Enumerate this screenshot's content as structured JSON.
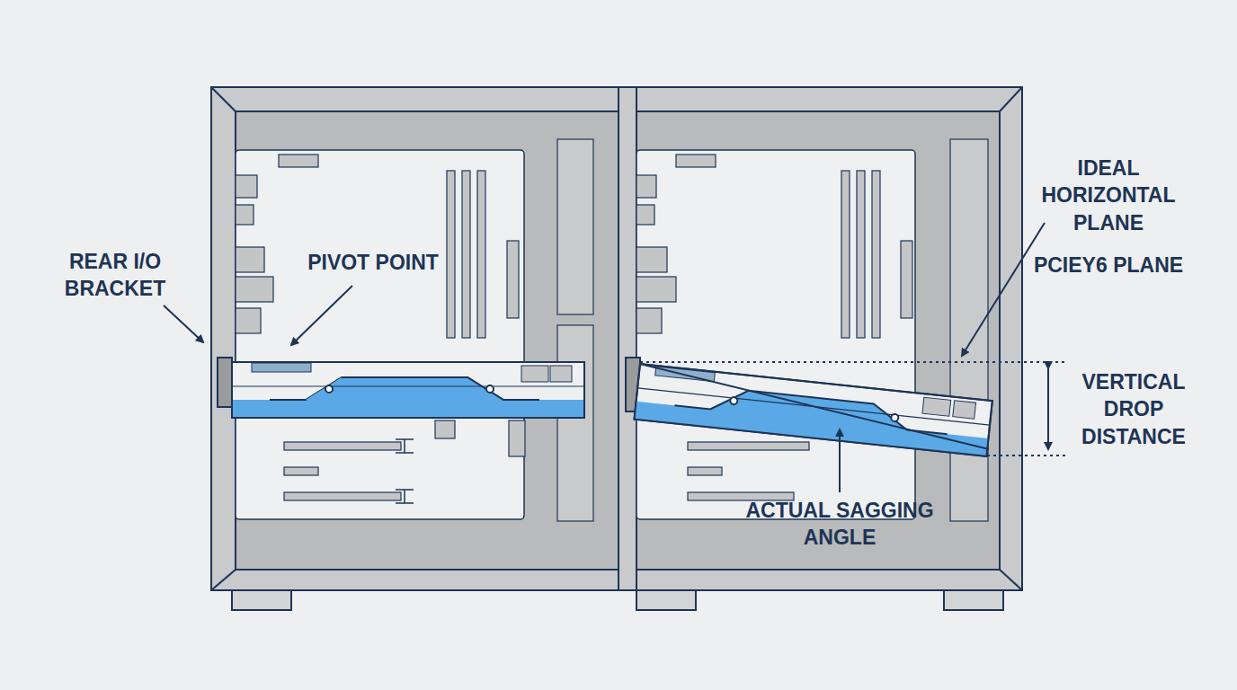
{
  "diagram": {
    "labels": [
      "REAR I/O BRACKET",
      "PIVOT POINT",
      "IDEAL HORIZONTAL PLANE",
      "PCIEY6 PLANE",
      "VERTICAL DROP DISTANCE",
      "ACTUAL SAGGING ANGLE"
    ]
  }
}
